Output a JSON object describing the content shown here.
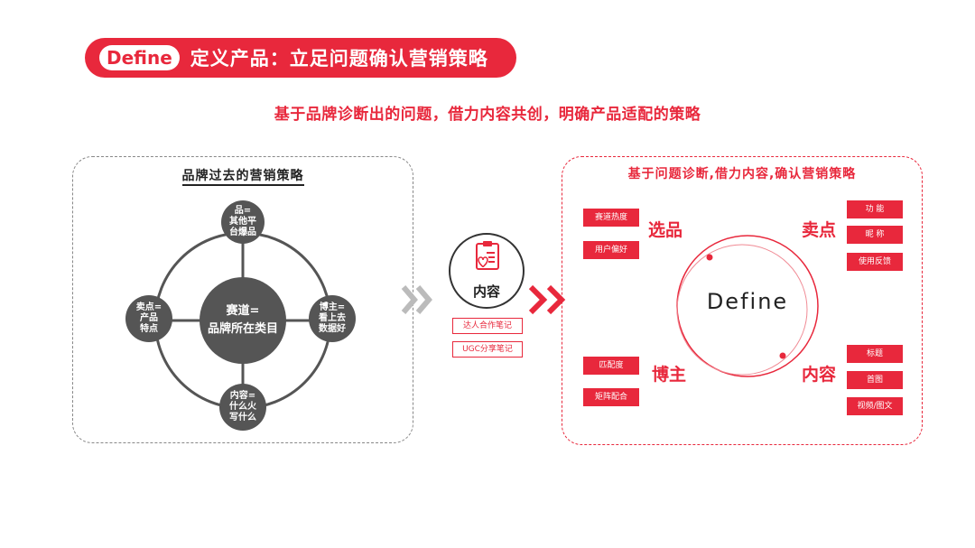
{
  "header": {
    "tag": "Define",
    "title": "定义产品：立足问题确认营销策略"
  },
  "subtitle": "基于品牌诊断出的问题，借力内容共创，明确产品适配的策略",
  "left_panel": {
    "title": "品牌过去的营销策略",
    "center": "赛道=\n品牌所在类目",
    "top": "品=\n其他平\n台爆品",
    "left": "卖点=\n产品\n特点",
    "right": "博主=\n看上去\n数据好",
    "bottom": "内容=\n什么火\n写什么"
  },
  "middle": {
    "label": "内容",
    "tags": [
      "达人合作笔记",
      "UGC分享笔记"
    ]
  },
  "right_panel": {
    "title": "基于问题诊断,借力内容,确认营销策略",
    "center": "Define",
    "groups": {
      "xuanpin": {
        "label": "选品",
        "tags": [
          "赛道热度",
          "用户偏好"
        ]
      },
      "maidian": {
        "label": "卖点",
        "tags": [
          "功 能",
          "昵 称",
          "使用反馈"
        ]
      },
      "bozhu": {
        "label": "博主",
        "tags": [
          "匹配度",
          "矩阵配合"
        ]
      },
      "neirong": {
        "label": "内容",
        "tags": [
          "标题",
          "首图",
          "视频/图文"
        ]
      }
    }
  },
  "colors": {
    "accent": "#e8283c",
    "node_gray": "#555555",
    "arrow_gray": "#bbbbbb"
  }
}
